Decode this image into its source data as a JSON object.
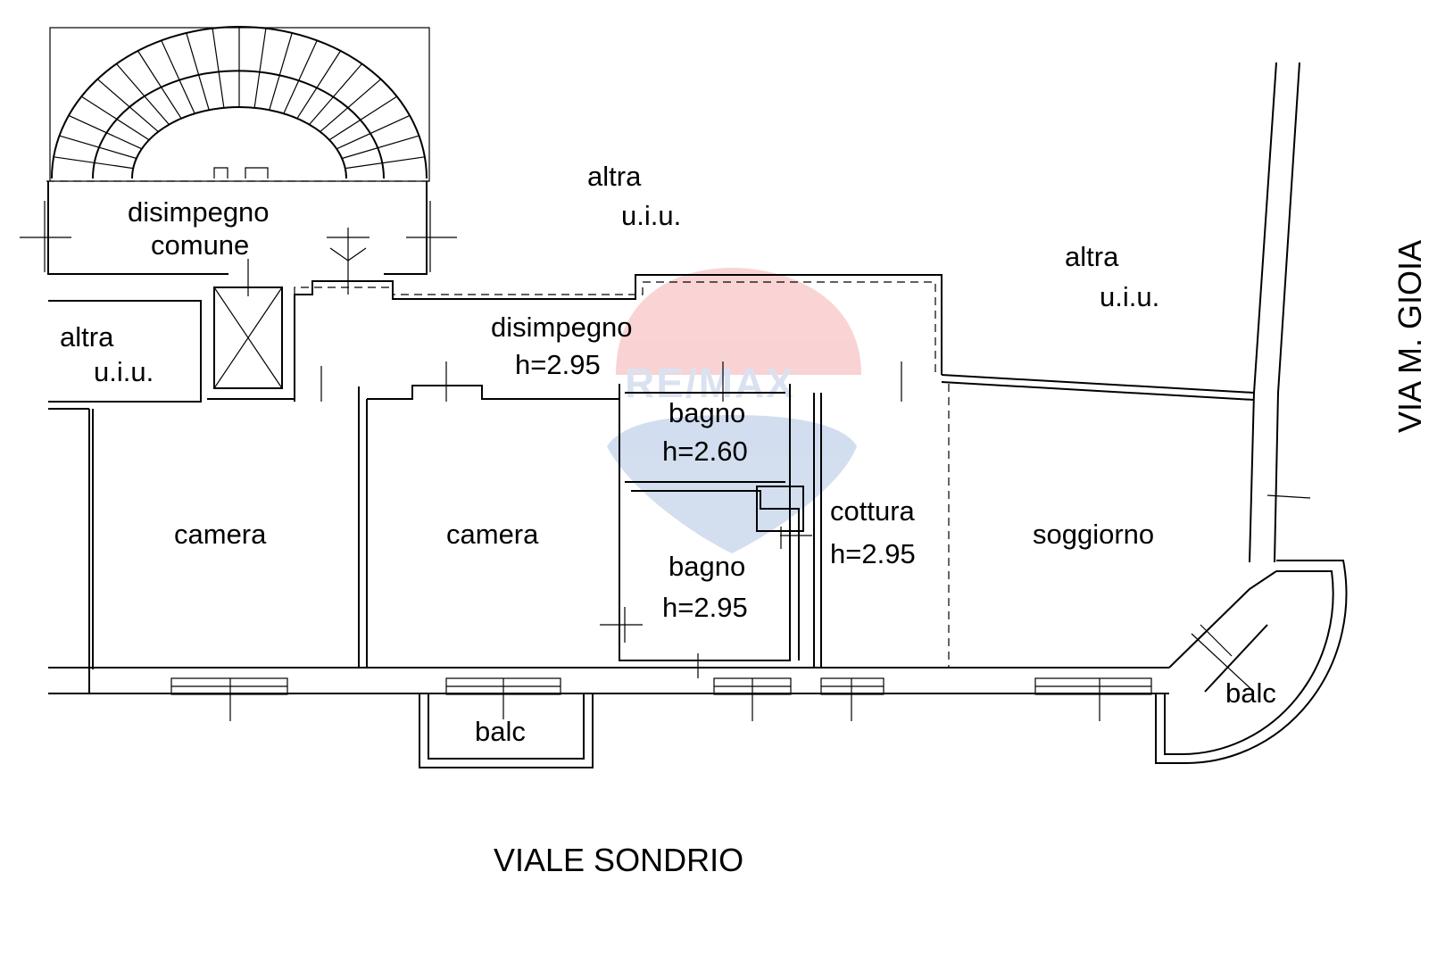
{
  "plan": {
    "rooms": [
      {
        "id": "disimpegno-comune",
        "line1": "disimpegno",
        "line2": "comune"
      },
      {
        "id": "altra-uiu-top",
        "line1": "altra",
        "line2": "u.i.u."
      },
      {
        "id": "altra-uiu-right",
        "line1": "altra",
        "line2": "u.i.u."
      },
      {
        "id": "altra-uiu-left",
        "line1": "altra",
        "line2": "u.i.u."
      },
      {
        "id": "disimpegno",
        "line1": "disimpegno",
        "line2": "h=2.95"
      },
      {
        "id": "bagno-upper",
        "line1": "bagno",
        "line2": "h=2.60"
      },
      {
        "id": "bagno-lower",
        "line1": "bagno",
        "line2": "h=2.95"
      },
      {
        "id": "cottura",
        "line1": "cottura",
        "line2": "h=2.95"
      },
      {
        "id": "camera-left",
        "line1": "camera"
      },
      {
        "id": "camera-right",
        "line1": "camera"
      },
      {
        "id": "soggiorno",
        "line1": "soggiorno"
      },
      {
        "id": "balc-bottom",
        "line1": "balc"
      },
      {
        "id": "balc-corner",
        "line1": "balc"
      }
    ],
    "streets": {
      "bottom": "VIALE SONDRIO",
      "right": "VIA M. GIOIA"
    }
  },
  "watermark": {
    "text": "RE/MAX",
    "colors": {
      "balloon_top": "#e8393d",
      "balloon_bottom": "#3568b8"
    }
  }
}
